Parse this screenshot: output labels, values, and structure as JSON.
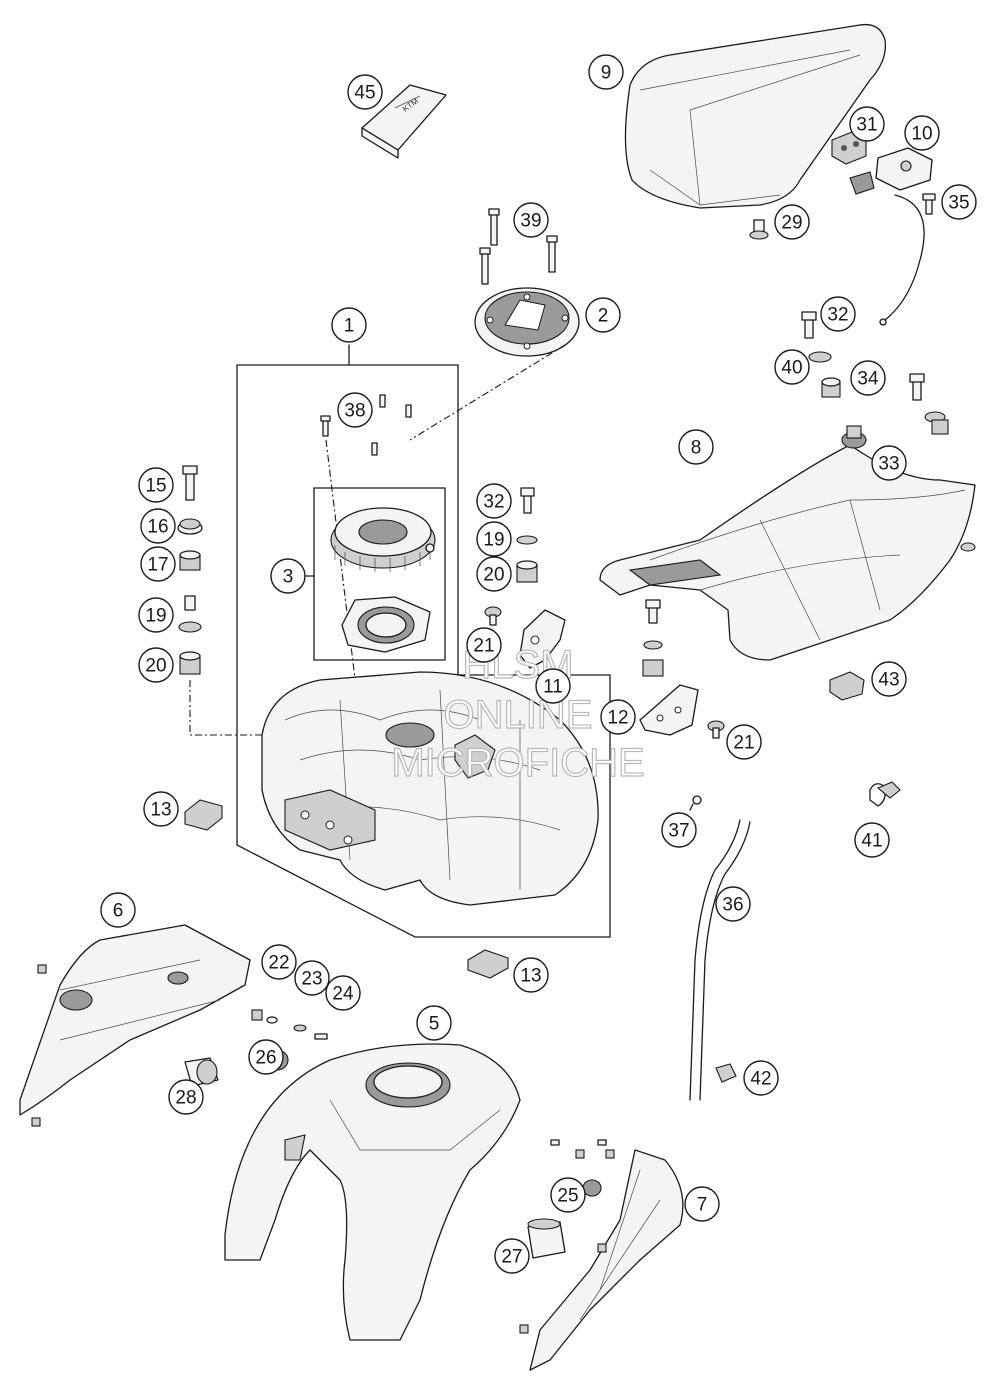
{
  "callouts": [
    "1",
    "2",
    "3",
    "5",
    "6",
    "7",
    "8",
    "9",
    "10",
    "11",
    "12",
    "13",
    "13",
    "15",
    "16",
    "17",
    "19",
    "19",
    "20",
    "20",
    "21",
    "21",
    "22",
    "23",
    "24",
    "25",
    "26",
    "27",
    "28",
    "29",
    "31",
    "32",
    "32",
    "33",
    "34",
    "35",
    "36",
    "37",
    "38",
    "39",
    "40",
    "41",
    "42",
    "43",
    "45"
  ],
  "watermark": [
    "HLSM",
    "ONLINE",
    "MICROFICHE"
  ]
}
